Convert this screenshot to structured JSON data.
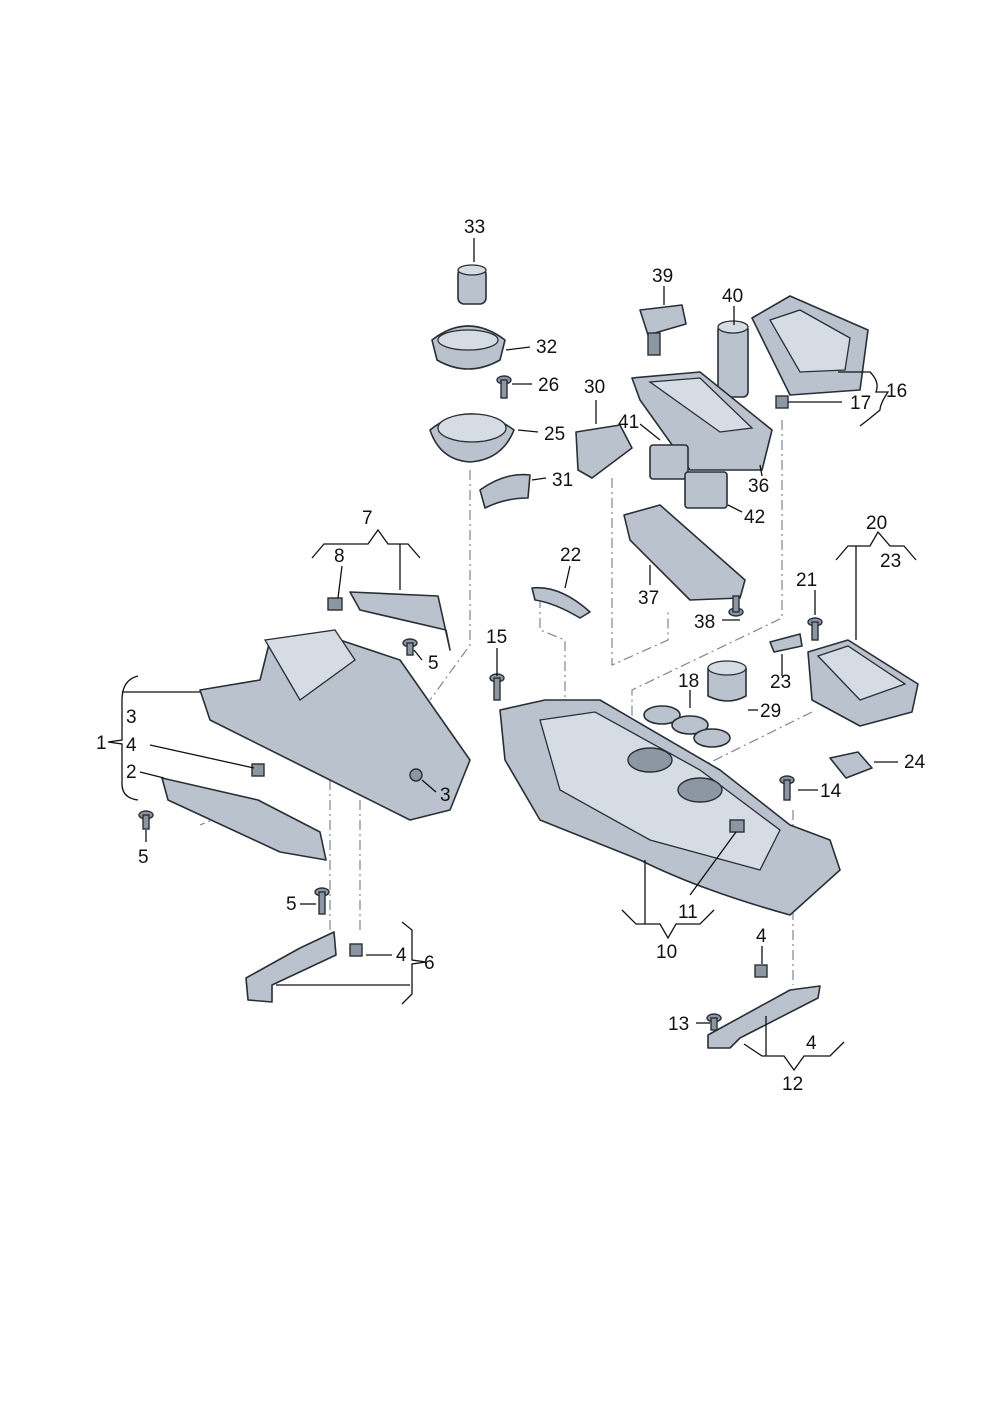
{
  "diagram": {
    "labels": {
      "p1": "1",
      "p2": "2",
      "p3a": "3",
      "p3b": "3",
      "p4a": "4",
      "p4b": "4",
      "p4c": "4",
      "p4d": "4",
      "p5a": "5",
      "p5b": "5",
      "p5c": "5",
      "p6": "6",
      "p7": "7",
      "p8": "8",
      "p10": "10",
      "p11": "11",
      "p12": "12",
      "p13": "13",
      "p14": "14",
      "p15": "15",
      "p16": "16",
      "p17": "17",
      "p18": "18",
      "p20": "20",
      "p21": "21",
      "p22": "22",
      "p23a": "23",
      "p23b": "23",
      "p24": "24",
      "p25": "25",
      "p26": "26",
      "p29": "29",
      "p30": "30",
      "p31": "31",
      "p32": "32",
      "p33": "33",
      "p36": "36",
      "p37": "37",
      "p38": "38",
      "p39": "39",
      "p40": "40",
      "p41": "41",
      "p42": "42"
    }
  }
}
